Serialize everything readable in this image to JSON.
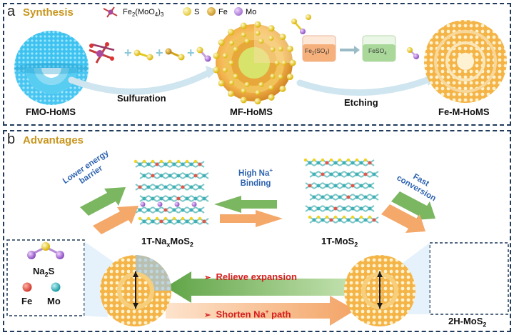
{
  "panel_a": {
    "letter": "a",
    "title": "Synthesis",
    "legend": {
      "fmo_prefix": "Fe",
      "fmo_sub1": "2",
      "fmo_mid": "(MoO",
      "fmo_sub2": "4",
      "fmo_end": ")",
      "fmo_sub3": "3",
      "s": "S",
      "fe": "Fe",
      "mo": "Mo"
    },
    "step1": "Sulfuration",
    "step2": "Etching",
    "beaker1_main": "Fe",
    "beaker1_sub1": "2",
    "beaker1_mid": "(SO",
    "beaker1_sub2": "4",
    "beaker1_end": ")",
    "beaker2_main": "FeSO",
    "beaker2_sub": "4",
    "labels": [
      "FMO-HoMS",
      "MF-HoMS",
      "Fe-M-HoMS"
    ]
  },
  "panel_b": {
    "letter": "b",
    "title": "Advantages",
    "lower_energy_1": "Lower energy",
    "lower_energy_2": "barrier",
    "high_na_1": "High Na",
    "high_na_sup": "+",
    "high_na_2": "Binding",
    "fast_1": "Fast",
    "fast_2": "conversion",
    "naxmos2_pre": "1T-Na",
    "naxmos2_x": "x",
    "naxmos2_post": "MoS",
    "naxmos2_sub": "2",
    "mos2_1t_pre": "1T-MoS",
    "mos2_1t_sub": "2",
    "mos2_2h_pre": "2H-MoS",
    "mos2_2h_sub": "2",
    "legend_na2s_pre": "Na",
    "legend_na2s_sub": "2",
    "legend_na2s_post": "S",
    "legend_fe": "Fe",
    "legend_mo": "Mo",
    "relieve": "Relieve expansion",
    "shorten": "Shorten Na",
    "shorten_sup": "+",
    "shorten_post": " path",
    "bullet": "➢"
  },
  "colors": {
    "frame": "#1f3a5a",
    "title_gold": "#c8961e",
    "arrow_green": "#7bb661",
    "arrow_orange": "#f4a86a",
    "blue_text": "#2f64b0",
    "red_text": "#d42020",
    "sulfur": "#f2d31b",
    "iron": "#e0564a",
    "molybdenum": "#3fb0b6",
    "sodium": "#9a5ccf"
  }
}
